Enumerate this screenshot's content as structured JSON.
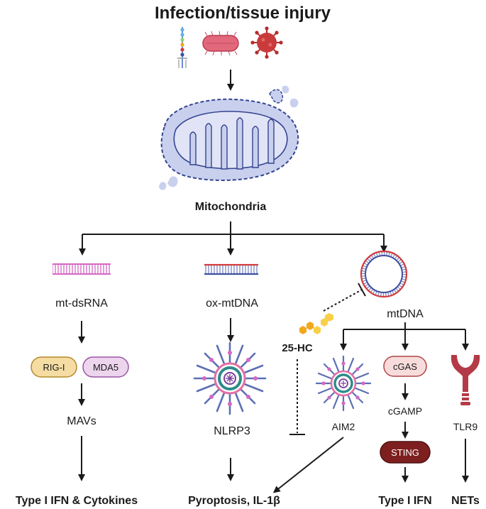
{
  "title": "Infection/tissue injury",
  "organelle_label": "Mitochondria",
  "branches": {
    "left": {
      "molecule": "mt-dsRNA",
      "sensors": [
        "RIG-I",
        "MDA5"
      ],
      "adaptor": "MAVs",
      "outcome": "Type I IFN & Cytokines"
    },
    "middle": {
      "molecule": "ox-mtDNA",
      "sensor": "NLRP3",
      "outcome": "Pyroptosis, IL-1β"
    },
    "right": {
      "molecule": "mtDNA",
      "inhibitor": "25-HC",
      "sensors": {
        "aim2": "AIM2",
        "cgas": "cGAS",
        "cgamp": "cGAMP",
        "sting": "STING",
        "tlr9": "TLR9"
      },
      "outcomes": {
        "ifn": "Type I IFN",
        "nets": "NETs"
      }
    }
  },
  "colors": {
    "arrow": "#1a1a1a",
    "mito_fill": "#c9d0ee",
    "mito_stroke": "#34448f",
    "rigi_fill": "#f4dca2",
    "rigi_stroke": "#b48a2c",
    "mda5_fill": "#edd5ee",
    "mda5_stroke": "#9a56a3",
    "cgas_fill": "#f8dcdc",
    "cgas_stroke": "#b04545",
    "sting_fill": "#7e1f1f",
    "tlr9": "#b43a48",
    "hc_orange": "#f2a81c",
    "hc_yellow": "#f8d047",
    "rna_pink": "#d468c4",
    "dna_red": "#d23b3b",
    "dna_blue": "#3f4fa0"
  },
  "icons": [
    "receptor-icon",
    "bacterium-icon",
    "virus-icon",
    "mitochondrion-icon",
    "dsrna-icon",
    "dna-duplex-icon",
    "circular-mtdna-icon",
    "hexagon-molecule-icon",
    "inflammasome-icon",
    "tlr9-receptor-icon"
  ]
}
